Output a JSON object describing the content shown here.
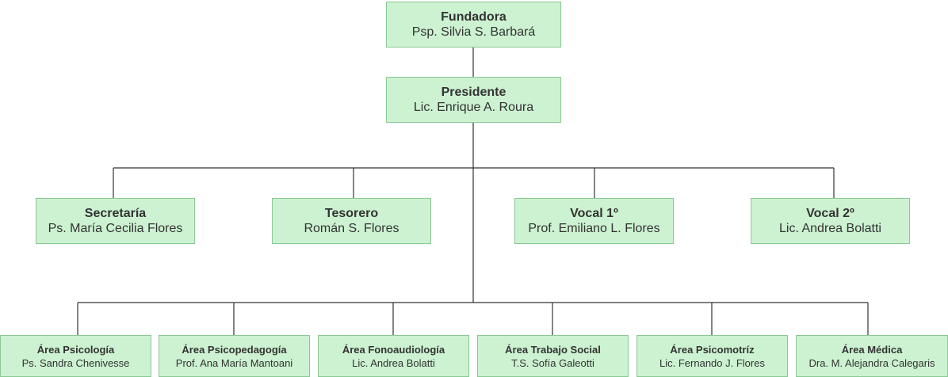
{
  "chart": {
    "founder": {
      "role": "Fundadora",
      "person": "Psp. Silvia S. Barbará"
    },
    "president": {
      "role": "Presidente",
      "person": "Lic. Enrique A. Roura"
    },
    "board": [
      {
        "role": "Secretaría",
        "person": "Ps. María Cecilia Flores"
      },
      {
        "role": "Tesorero",
        "person": "Román S. Flores"
      },
      {
        "role": "Vocal 1º",
        "person": "Prof. Emiliano L. Flores"
      },
      {
        "role": "Vocal 2º",
        "person": "Lic. Andrea Bolatti"
      }
    ],
    "areas": [
      {
        "role": "Área Psicología",
        "person": "Ps. Sandra Chenivesse"
      },
      {
        "role": "Área Psicopedagogía",
        "person": "Prof. Ana María Mantoani"
      },
      {
        "role": "Área Fonoaudiología",
        "person": "Lic. Andrea Bolatti"
      },
      {
        "role": "Área Trabajo Social",
        "person": "T.S. Sofía Galeotti"
      },
      {
        "role": "Área Psicomotríz",
        "person": "Lic. Fernando J. Flores"
      },
      {
        "role": "Área Médica",
        "person": "Dra. M. Alejandra Calegaris"
      }
    ],
    "colors": {
      "box_fill": "#ccf2d1",
      "box_border": "#8cc896",
      "line": "#333333"
    }
  }
}
